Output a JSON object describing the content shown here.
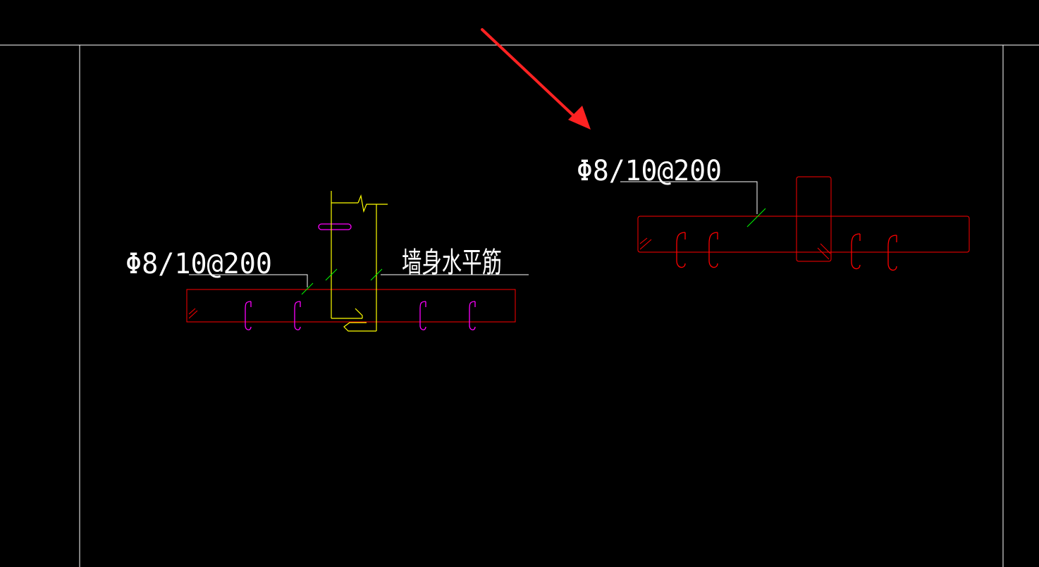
{
  "drawing": {
    "left_detail": {
      "rebar_label": "Φ8/10@200",
      "wall_label": "墙身水平筋"
    },
    "right_detail": {
      "rebar_label": "Φ8/10@200"
    }
  },
  "colors": {
    "background": "#000000",
    "frame": "#ffffff",
    "beam": "#ff0000",
    "stirrup_left": "#ff00ff",
    "wall_rebar": "#ffff00",
    "tie": "#00ff00",
    "annotation_arrow": "#ff2222",
    "leader": "#ffffff"
  }
}
